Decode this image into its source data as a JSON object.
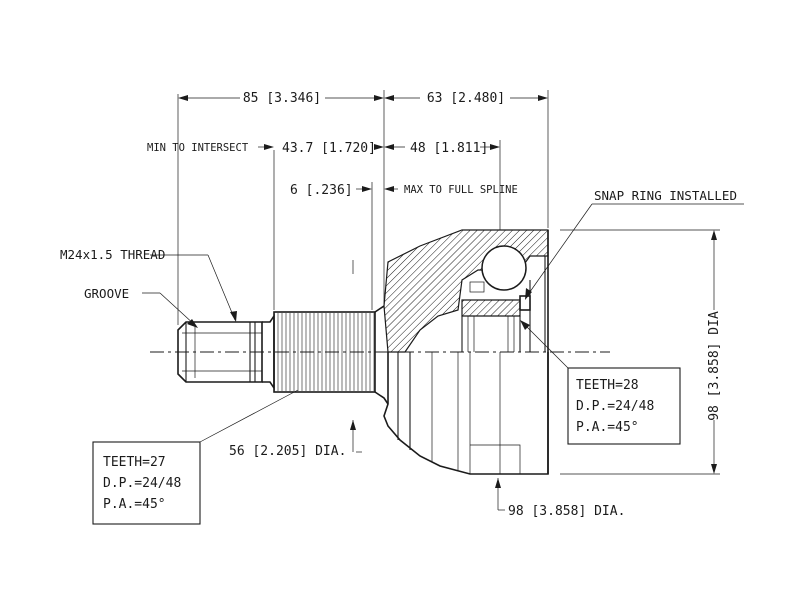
{
  "dimensions": {
    "overall_left": "85 [3.346]",
    "overall_right": "63 [2.480]",
    "min_to_intersect_label": "MIN TO INTERSECT",
    "min_to_intersect_value": "43.7 [1.720]",
    "spline_length": "48 [1.811]",
    "max_full_spline_value": "6 [.236]",
    "max_full_spline_label": "MAX TO FULL SPLINE",
    "shaft_diameter": "56 [2.205] DIA.",
    "housing_diameter": "98 [3.858] DIA.",
    "housing_diameter_vertical": "98 [3.858] DIA"
  },
  "callouts": {
    "thread": "M24x1.5 THREAD",
    "groove": "GROOVE",
    "snap_ring": "SNAP RING INSTALLED"
  },
  "spec_boxes": [
    {
      "teeth": "TEETH=27",
      "dp": "D.P.=24/48",
      "pa": "P.A.=45°"
    },
    {
      "teeth": "TEETH=28",
      "dp": "D.P.=24/48",
      "pa": "P.A.=45°"
    }
  ]
}
